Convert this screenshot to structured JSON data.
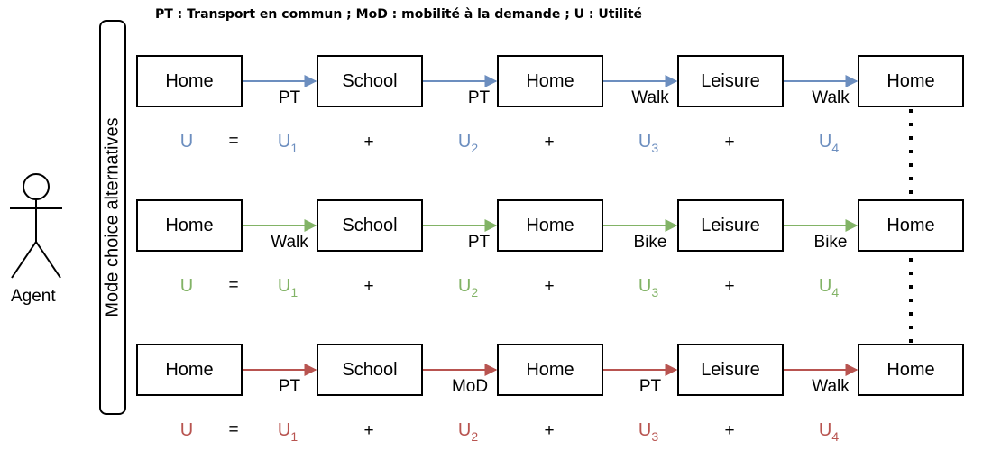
{
  "legend": "PT : Transport en commun ; MoD : mobilité à la demande ; U : Utilité",
  "side_label": "Mode choice alternatives",
  "agent_label": "Agent",
  "colors": {
    "row1": "#6c8ebf",
    "row2": "#82b366",
    "row3": "#b85450"
  },
  "rows": [
    {
      "activities": [
        "Home",
        "School",
        "Home",
        "Leisure",
        "Home"
      ],
      "modes": [
        "PT",
        "PT",
        "Walk",
        "Walk"
      ],
      "equation": {
        "lhs": "U",
        "eq": "=",
        "terms": [
          {
            "b": "U",
            "s": "1"
          },
          {
            "b": "U",
            "s": "2"
          },
          {
            "b": "U",
            "s": "3"
          },
          {
            "b": "U",
            "s": "4"
          }
        ],
        "plus": "+"
      }
    },
    {
      "activities": [
        "Home",
        "School",
        "Home",
        "Leisure",
        "Home"
      ],
      "modes": [
        "Walk",
        "PT",
        "Bike",
        "Bike"
      ],
      "equation": {
        "lhs": "U",
        "eq": "=",
        "terms": [
          {
            "b": "U",
            "s": "1"
          },
          {
            "b": "U",
            "s": "2"
          },
          {
            "b": "U",
            "s": "3"
          },
          {
            "b": "U",
            "s": "4"
          }
        ],
        "plus": "+"
      }
    },
    {
      "activities": [
        "Home",
        "School",
        "Home",
        "Leisure",
        "Home"
      ],
      "modes": [
        "PT",
        "MoD",
        "PT",
        "Walk"
      ],
      "equation": {
        "lhs": "U",
        "eq": "=",
        "terms": [
          {
            "b": "U",
            "s": "1"
          },
          {
            "b": "U",
            "s": "2"
          },
          {
            "b": "U",
            "s": "3"
          },
          {
            "b": "U",
            "s": "4"
          }
        ],
        "plus": "+"
      }
    }
  ]
}
